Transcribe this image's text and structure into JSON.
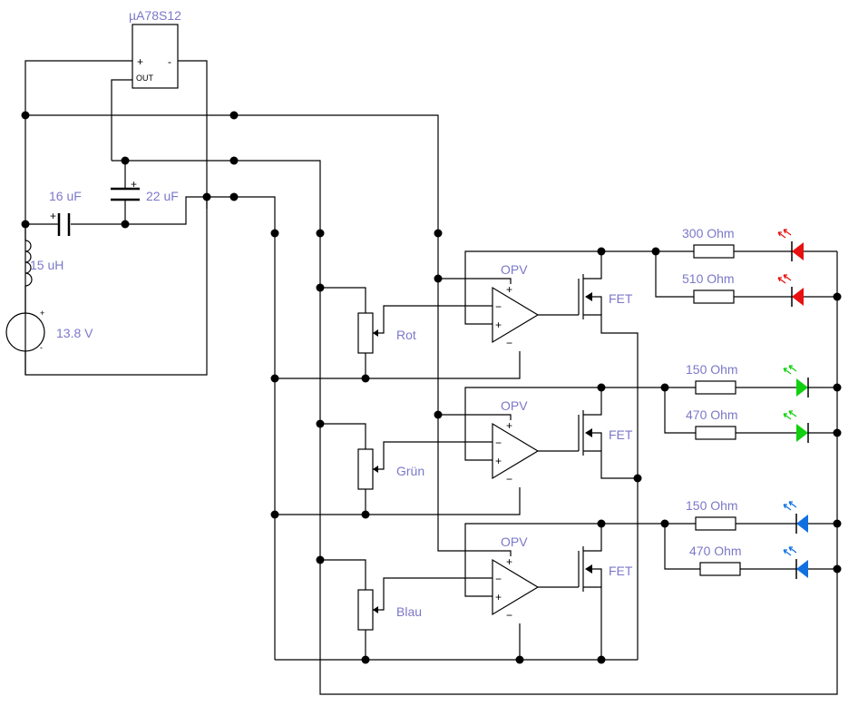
{
  "regulator": {
    "name": "µA78S12",
    "plus": "+",
    "minus": "-",
    "out": "OUT"
  },
  "source": {
    "label": "13.8 V",
    "plus": "+",
    "minus": "-"
  },
  "inductor": {
    "label": "15 uH"
  },
  "capacitors": {
    "c1": "16 uF",
    "c2": "22 uF",
    "plus": "+"
  },
  "channels": [
    {
      "pot": "Rot",
      "opv": "OPV",
      "fet": "FET",
      "plus": "+",
      "minus": "−",
      "minus_small": "−"
    },
    {
      "pot": "Grün",
      "opv": "OPV",
      "fet": "FET",
      "plus": "+",
      "minus": "−",
      "minus_small": "−"
    },
    {
      "pot": "Blau",
      "opv": "OPV",
      "fet": "FET",
      "plus": "+",
      "minus": "−",
      "minus_small": "−"
    }
  ],
  "resistors": [
    "300  Ohm",
    "510  Ohm",
    "150  Ohm",
    "470  Ohm",
    "150  Ohm",
    "470  Ohm"
  ],
  "colors": {
    "wire": "#000000",
    "label": "#7b78c8",
    "led_red": "#e81010",
    "led_green": "#10d010",
    "led_blue": "#1070e0"
  }
}
